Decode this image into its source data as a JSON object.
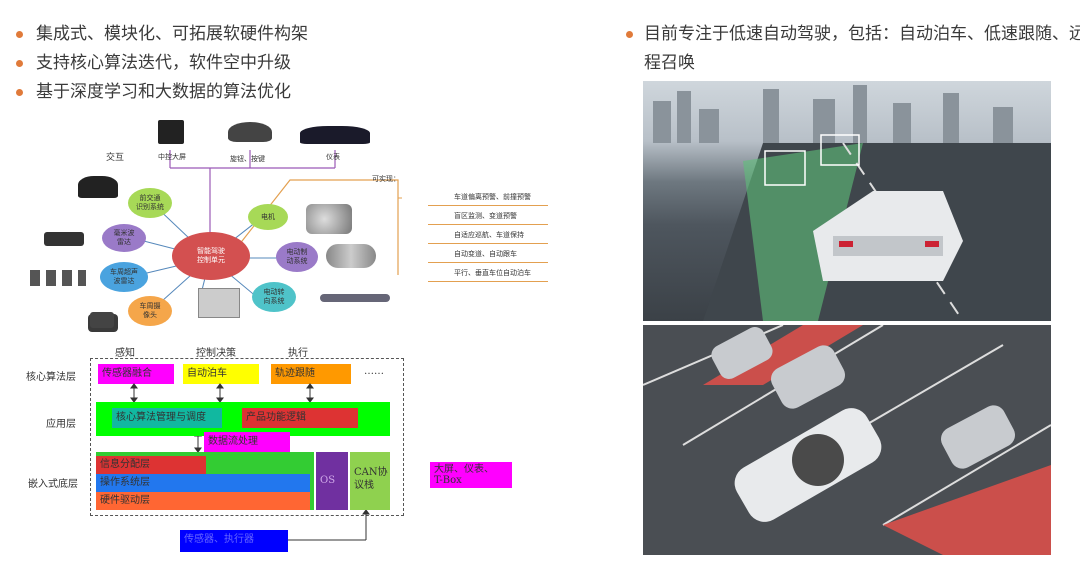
{
  "left_bullets": [
    "集成式、模块化、可拓展软硬件构架",
    "支持核心算法迭代，软件空中升级",
    "基于深度学习和大数据的算法优化"
  ],
  "right_bullet": "目前专注于低速自动驾驶，包括：自动泊车、低速跟随、远程召唤",
  "top_diagram": {
    "interaction_label": "交互",
    "devices": [
      "中控大屏",
      "旋钮、按键",
      "仪表"
    ],
    "center": "智能驾驶\n控制单元",
    "left_nodes": [
      "前交通\n识别系统",
      "毫米波\n雷达",
      "车周超声\n波雷达",
      "车周摄\n像头"
    ],
    "right_nodes": [
      "电机",
      "电动制\n动系统",
      "电动转\n向系统"
    ],
    "functions_title": "可实现：",
    "functions": [
      "车道偏离预警、前撞预警",
      "盲区监测、变道预警",
      "自适应巡航、车道保持",
      "自动变道、自动跟车",
      "平行、垂直车位自动泊车"
    ]
  },
  "architecture": {
    "headers": [
      "感知",
      "控制决策",
      "执行"
    ],
    "row_labels": [
      "核心算法层",
      "应用层",
      "嵌入式底层"
    ],
    "core": [
      "传感器融合",
      "自动泊车",
      "轨迹跟随",
      "……"
    ],
    "app": [
      "核心算法管理与调度",
      "产品功能逻辑"
    ],
    "data_layer": "数据流处理",
    "embedded": [
      "信息分配层",
      "操作系统层",
      "硬件驱动层"
    ],
    "os_block": "OS",
    "can": "CAN协\n议栈",
    "external": "大屏、仪表、\nT-Box",
    "bottom": "传感器、执行器"
  },
  "colors": {
    "accent": "#e07a3a",
    "magenta": "#ff00ff",
    "yellow": "#ffff00",
    "orange": "#ff9900",
    "green": "#00ff00",
    "mid_green": "#33cc33",
    "teal": "#11b8a0",
    "red": "#dd3333",
    "blue": "#2277ee",
    "purple": "#7030a0",
    "dark_blue": "#0000ff"
  }
}
